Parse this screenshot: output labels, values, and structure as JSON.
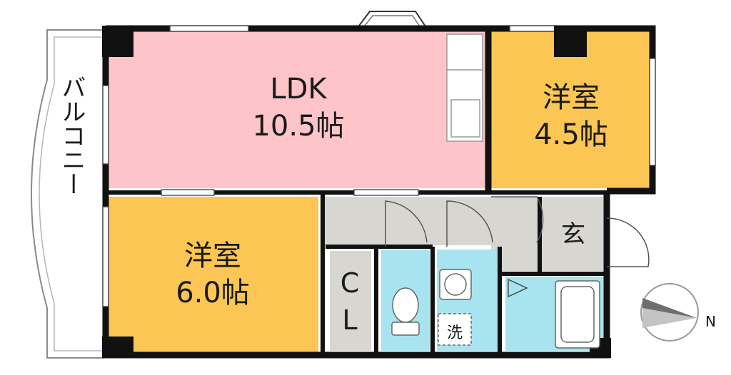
{
  "rooms": {
    "ldk": {
      "name": "LDK",
      "size": "10.5帖"
    },
    "western_a": {
      "name": "洋室",
      "size": "4.5帖"
    },
    "western_b": {
      "name": "洋室",
      "size": "6.0帖"
    },
    "closet": {
      "line1": "C",
      "line2": "L"
    },
    "entrance": {
      "label": "玄"
    },
    "washer": {
      "label": "洗"
    },
    "balcony": {
      "label": "バルコニー"
    }
  },
  "compass": {
    "label": "N"
  },
  "colors": {
    "ldk": "#fdc5c9",
    "western": "#fbc653",
    "water": "#a8e4ef",
    "corridor": "#d7d6d0",
    "wall": "#111111"
  }
}
